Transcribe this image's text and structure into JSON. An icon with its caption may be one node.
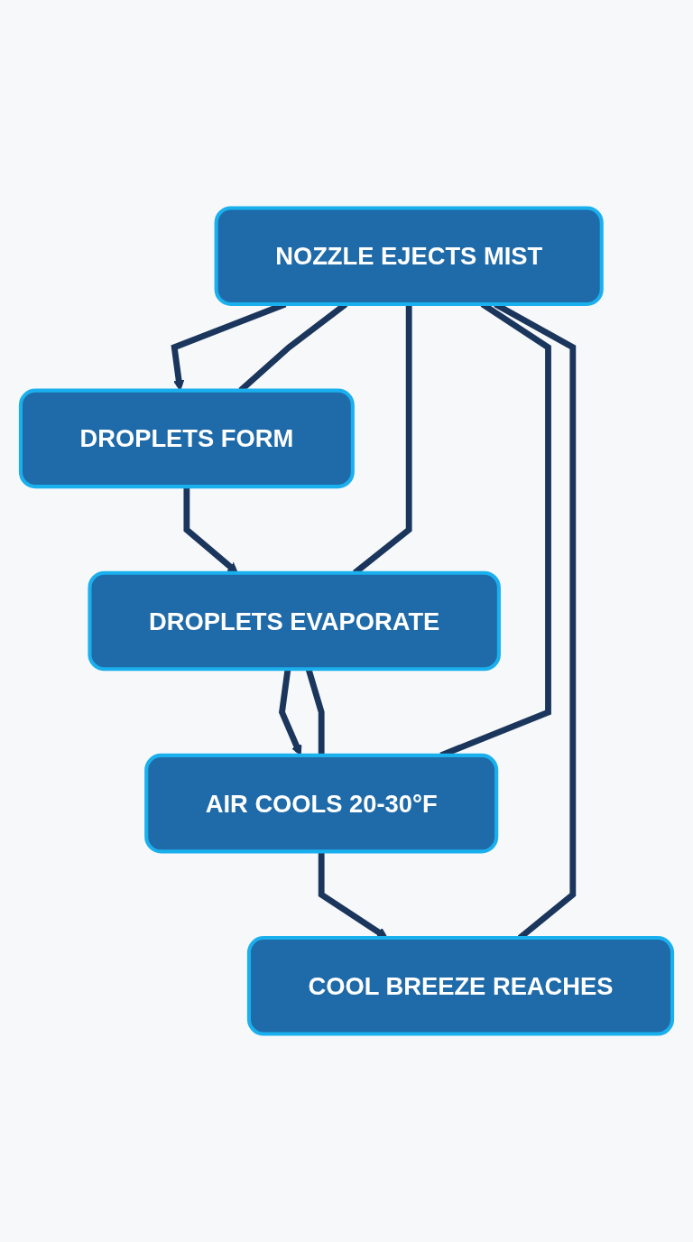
{
  "diagram": {
    "nodes": [
      {
        "text": [
          "NOZZLE EJECTS MIST"
        ]
      },
      {
        "text": [
          "DROPLETS FORM"
        ]
      },
      {
        "text": [
          "DROPLETS EVAPORATE"
        ]
      },
      {
        "text": [
          "AIR COOLS 20-30°F"
        ]
      },
      {
        "text": [
          "COOL BREEZE REACHES"
        ]
      }
    ],
    "edges": [
      {
        "from": 0,
        "to": 1,
        "arrow": "to"
      },
      {
        "from": 1,
        "to": 2,
        "arrow": "to"
      },
      {
        "from": 2,
        "to": 3,
        "arrow": "to"
      },
      {
        "from": 3,
        "to": 4,
        "arrow": "to"
      },
      {
        "from": 0,
        "to": 1,
        "arrow": "none"
      },
      {
        "from": 0,
        "to": 2,
        "arrow": "none"
      },
      {
        "from": 0,
        "to": 3,
        "arrow": "none"
      },
      {
        "from": 0,
        "to": 4,
        "arrow": "none"
      },
      {
        "from": 2,
        "to": 3,
        "arrow": "none"
      }
    ]
  }
}
